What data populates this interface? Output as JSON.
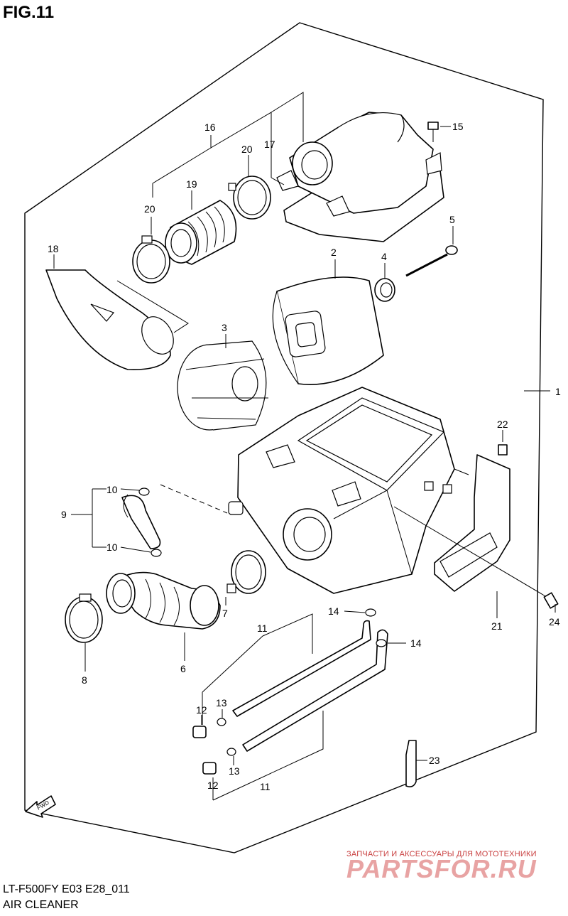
{
  "figure": {
    "title": "FIG.11",
    "model_code": "LT-F500FY E03 E28_011",
    "group_name": "AIR CLEANER",
    "fwd_label": "FWD"
  },
  "watermark": {
    "line1": "ЗАПЧАСТИ И АКСЕССУАРЫ ДЛЯ МОТОТЕХНИКИ",
    "line2": "PARTSFOR.RU"
  },
  "callouts": [
    "1",
    "2",
    "3",
    "4",
    "5",
    "6",
    "7",
    "8",
    "9",
    "10",
    "10",
    "11",
    "11",
    "12",
    "12",
    "13",
    "13",
    "14",
    "14",
    "15",
    "16",
    "17",
    "18",
    "19",
    "20",
    "20",
    "21",
    "22",
    "23",
    "24"
  ]
}
